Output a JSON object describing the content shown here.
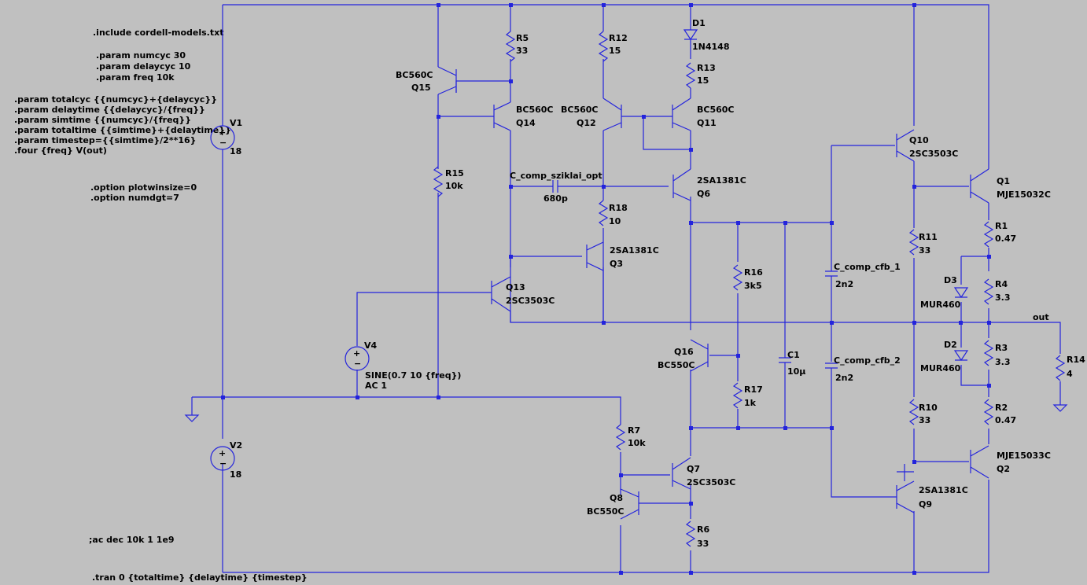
{
  "directives": {
    "include": ".include cordell-models.txt",
    "numcyc": ".param numcyc 30",
    "delaycyc": ".param delaycyc 10",
    "freq": ".param freq 10k",
    "totalcyc": ".param totalcyc {{numcyc}+{delaycyc}}",
    "delaytime": ".param delaytime {{delaycyc}/{freq}}",
    "simtime": ".param simtime {{numcyc}/{freq}}",
    "totaltime": ".param totaltime {{simtime}+{delaytime}}",
    "timestep": ".param timestep={{simtime}/2**16}",
    "four": ".four {freq} V(out)",
    "plotwinsize": ".option plotwinsize=0",
    "numdgt": ".option numdgt=7",
    "ac": ";ac dec 10k 1 1e9",
    "tran": ".tran 0 {totaltime} {delaytime} {timestep}"
  },
  "components": {
    "V1": {
      "name": "V1",
      "value": "18"
    },
    "V2": {
      "name": "V2",
      "value": "18"
    },
    "V4": {
      "name": "V4",
      "value": "SINE(0.7 10 {freq})",
      "value2": "AC 1"
    },
    "R5": {
      "name": "R5",
      "value": "33"
    },
    "R12": {
      "name": "R12",
      "value": "15"
    },
    "D1": {
      "name": "D1",
      "value": "1N4148"
    },
    "R13": {
      "name": "R13",
      "value": "15"
    },
    "Q15": {
      "name": "Q15",
      "value": "BC560C"
    },
    "Q14": {
      "name": "Q14",
      "value": "BC560C"
    },
    "Q12": {
      "name": "Q12",
      "value": "BC560C"
    },
    "Q11": {
      "name": "Q11",
      "value": "BC560C"
    },
    "R15": {
      "name": "R15",
      "value": "10k"
    },
    "C_comp_sziklai": {
      "name": "C_comp_sziklai_opt",
      "value": "680p"
    },
    "Q6": {
      "name": "Q6",
      "value": "2SA1381C"
    },
    "R18": {
      "name": "R18",
      "value": "10"
    },
    "Q3": {
      "name": "Q3",
      "value": "2SA1381C"
    },
    "Q13": {
      "name": "Q13",
      "value": "2SC3503C"
    },
    "R16": {
      "name": "R16",
      "value": "3k5"
    },
    "Q10": {
      "name": "Q10",
      "value": "2SC3503C"
    },
    "Q1": {
      "name": "Q1",
      "value": "MJE15032C"
    },
    "R11": {
      "name": "R11",
      "value": "33"
    },
    "R1": {
      "name": "R1",
      "value": "0.47"
    },
    "C_comp_cfb_1": {
      "name": "C_comp_cfb_1",
      "value": "2n2"
    },
    "D3": {
      "name": "D3",
      "value": "MUR460"
    },
    "R4": {
      "name": "R4",
      "value": "3.3"
    },
    "out": "out",
    "Q16": {
      "name": "Q16",
      "value": "BC550C"
    },
    "C1": {
      "name": "C1",
      "value": "10µ"
    },
    "D2": {
      "name": "D2",
      "value": "MUR460"
    },
    "R3": {
      "name": "R3",
      "value": "3.3"
    },
    "R14": {
      "name": "R14",
      "value": "4"
    },
    "C_comp_cfb_2": {
      "name": "C_comp_cfb_2",
      "value": "2n2"
    },
    "R17": {
      "name": "R17",
      "value": "1k"
    },
    "R10": {
      "name": "R10",
      "value": "33"
    },
    "R2": {
      "name": "R2",
      "value": "0.47"
    },
    "R7": {
      "name": "R7",
      "value": "10k"
    },
    "Q7": {
      "name": "Q7",
      "value": "2SC3503C"
    },
    "Q2": {
      "name": "Q2",
      "value": "MJE15033C"
    },
    "Q8": {
      "name": "Q8",
      "value": "BC550C"
    },
    "Q9": {
      "name": "Q9",
      "value": "2SA1381C"
    },
    "R6": {
      "name": "R6",
      "value": "33"
    }
  },
  "colors": {
    "wire": "#2424dc",
    "background": "#c0c0c0",
    "text": "#000000"
  }
}
